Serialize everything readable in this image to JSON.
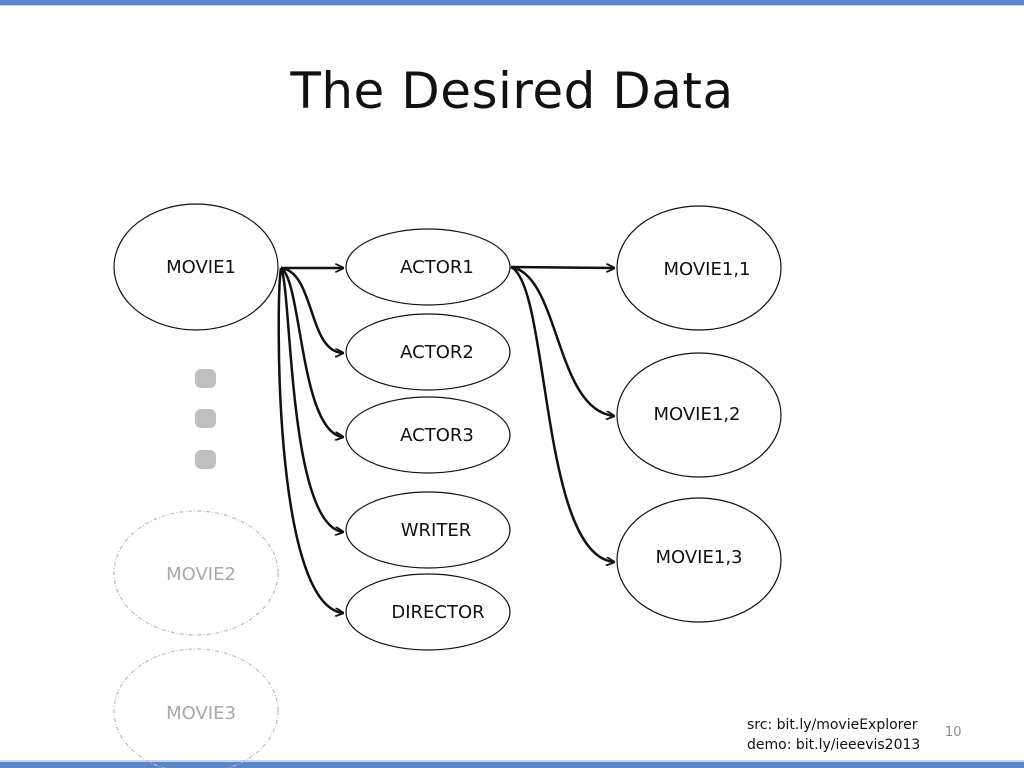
{
  "slide": {
    "title": "The Desired Data",
    "page_number": "10",
    "source_line": "src: bit.ly/movieExplorer",
    "demo_line": "demo: bit.ly/ieeevis2013"
  },
  "nodes": {
    "movie1": "MOVIE1",
    "movie2": "MOVIE2",
    "movie3": "MOVIE3",
    "actor1": "ACTOR1",
    "actor2": "ACTOR2",
    "actor3": "ACTOR3",
    "writer": "WRITER",
    "director": "DIRECTOR",
    "movie1_1": "MOVIE1,1",
    "movie1_2": "MOVIE1,2",
    "movie1_3": "MOVIE1,3"
  },
  "edges": [
    {
      "from": "MOVIE1",
      "to": "ACTOR1"
    },
    {
      "from": "MOVIE1",
      "to": "ACTOR2"
    },
    {
      "from": "MOVIE1",
      "to": "ACTOR3"
    },
    {
      "from": "MOVIE1",
      "to": "WRITER"
    },
    {
      "from": "MOVIE1",
      "to": "DIRECTOR"
    },
    {
      "from": "ACTOR1",
      "to": "MOVIE1,1"
    },
    {
      "from": "ACTOR1",
      "to": "MOVIE1,2"
    },
    {
      "from": "ACTOR1",
      "to": "MOVIE1,3"
    }
  ],
  "colors": {
    "accent_bar": "#5b85c6",
    "node_stroke": "#111111",
    "faded_stroke": "#bdbdbd",
    "ellipsis_dot": "#bfbfbf"
  }
}
